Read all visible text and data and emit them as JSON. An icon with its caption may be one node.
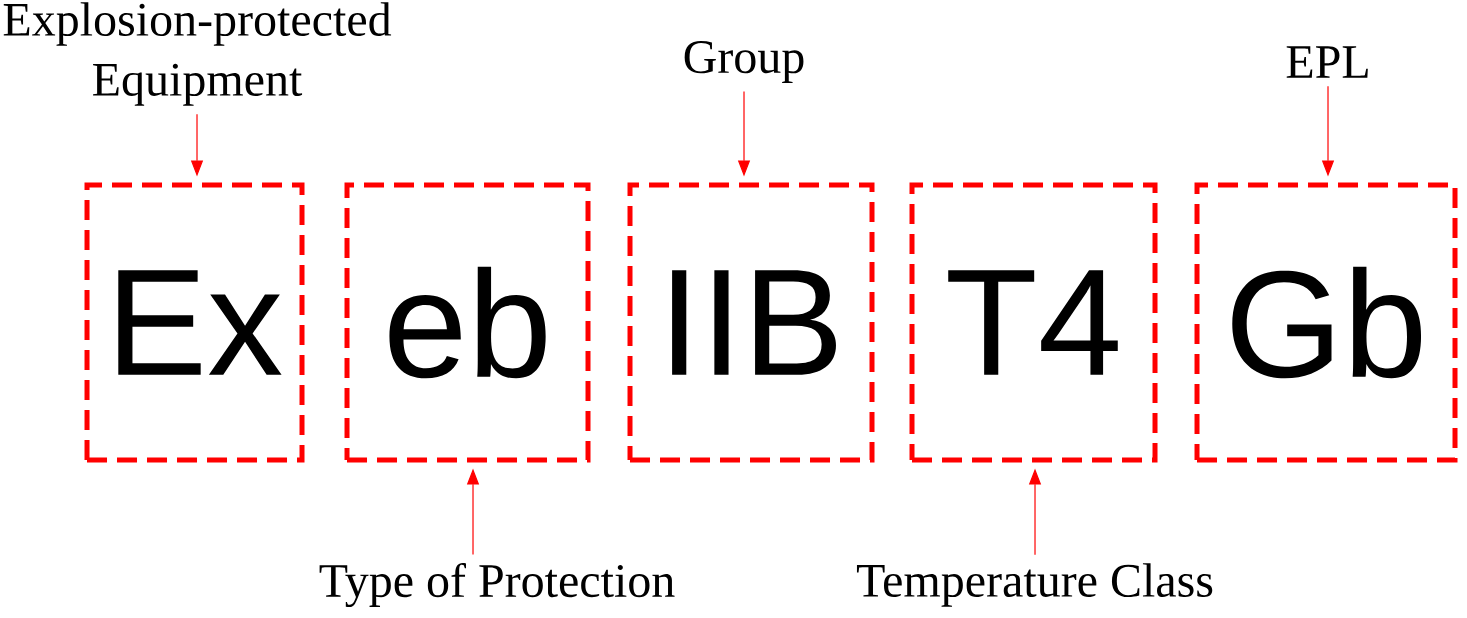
{
  "diagram": {
    "nodes": [
      {
        "text": [
          "Explosion-protected Equipment"
        ]
      },
      {
        "text": [
          "Group"
        ]
      },
      {
        "text": [
          "EPL"
        ]
      },
      {
        "text": [
          "Ex"
        ]
      },
      {
        "text": [
          "eb"
        ]
      },
      {
        "text": [
          "IIB"
        ]
      },
      {
        "text": [
          "T4"
        ]
      },
      {
        "text": [
          "Gb"
        ]
      },
      {
        "text": [
          "Type of Protection"
        ]
      },
      {
        "text": [
          "Temperature Class"
        ]
      }
    ],
    "edges": [
      {
        "from": 0,
        "to": 3,
        "arrow": "to"
      },
      {
        "from": 1,
        "to": 5,
        "arrow": "to"
      },
      {
        "from": 2,
        "to": 7,
        "arrow": "to"
      },
      {
        "from": 8,
        "to": 4,
        "arrow": "to"
      },
      {
        "from": 9,
        "to": 6,
        "arrow": "to"
      }
    ]
  }
}
